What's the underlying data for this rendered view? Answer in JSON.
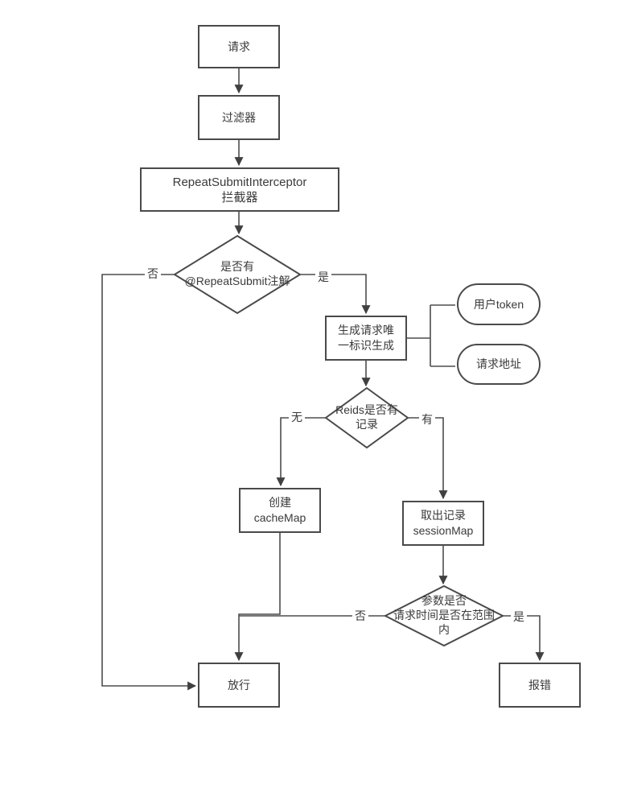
{
  "diagram": {
    "nodes": {
      "request": {
        "label": "请求"
      },
      "filter": {
        "label": "过滤器"
      },
      "interceptor": {
        "label": "RepeatSubmitInterceptor\n拦截器"
      },
      "decision_has_annotation": {
        "label": "是否有\n@RepeatSubmit注解"
      },
      "generate_unique_id": {
        "label": "生成请求唯\n一标识生成"
      },
      "user_token": {
        "label": "用户token"
      },
      "request_url": {
        "label": "请求地址"
      },
      "decision_redis_has_record": {
        "label": "Reids是否有\n记录"
      },
      "create_cachemap": {
        "label": "创建\ncacheMap"
      },
      "fetch_sessionmap": {
        "label": "取出记录\nsessionMap"
      },
      "decision_time_in_range": {
        "label": "参数是否\n请求时间是否在范围\n内"
      },
      "pass": {
        "label": "放行"
      },
      "error": {
        "label": "报错"
      }
    },
    "edge_labels": {
      "annotation_no": "否",
      "annotation_yes": "是",
      "record_none": "无",
      "record_has": "有",
      "range_no": "否",
      "range_yes": "是"
    },
    "colors": {
      "line": "#4d4d4d",
      "shape_border": "#4a4a4a",
      "text": "#3a3a3a",
      "background": "#ffffff"
    }
  }
}
